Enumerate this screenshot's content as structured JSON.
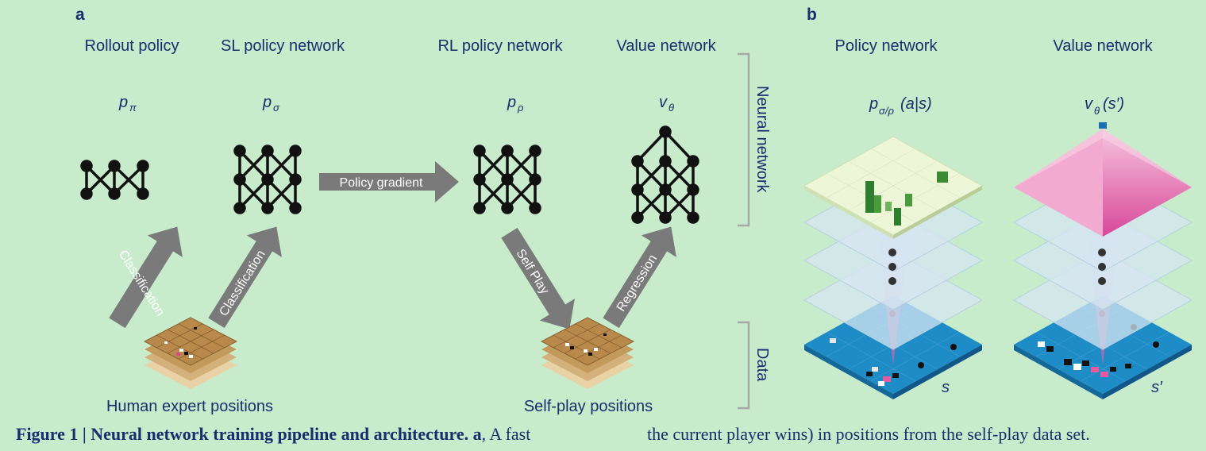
{
  "panels": {
    "a": "a",
    "b": "b"
  },
  "columns": {
    "rollout": {
      "title": "Rollout policy",
      "symbol": "p",
      "sub": "π"
    },
    "sl": {
      "title": "SL policy network",
      "symbol": "p",
      "sub": "σ"
    },
    "rl": {
      "title": "RL policy network",
      "symbol": "p",
      "sub": "ρ"
    },
    "value": {
      "title": "Value network",
      "symbol": "v",
      "sub": "θ"
    }
  },
  "arrows": {
    "policy_gradient": "Policy gradient",
    "classification_left": "Classification",
    "classification_right": "Classification",
    "self_play": "Self Play",
    "regression": "Regression"
  },
  "boards": {
    "human": "Human expert positions",
    "selfplay": "Self-play positions"
  },
  "brackets": {
    "neural": "Neural network",
    "data": "Data"
  },
  "panel_b": {
    "policy_title": "Policy network",
    "value_title": "Value network",
    "policy_formula_p": "p",
    "policy_formula_sub": "σ/ρ",
    "policy_formula_rest": "(a|s)",
    "value_formula_v": "v",
    "value_formula_sub": "θ",
    "value_formula_rest": "(s′)",
    "policy_input": "s",
    "value_input": "s′"
  },
  "caption": {
    "left_bold": "Figure 1 | Neural network training pipeline and architecture.",
    "left_bold_a": "a",
    "left_rest": ", A fast",
    "right": "the current player wins) in positions from the self-play data set."
  },
  "colors": {
    "background": "#c8ebcc",
    "text": "#1a2e6e",
    "arrow": "#7a7a7a",
    "board": "#1e8cc7",
    "policy_top": "#eef6d8",
    "value_top": "#e86aa8"
  }
}
